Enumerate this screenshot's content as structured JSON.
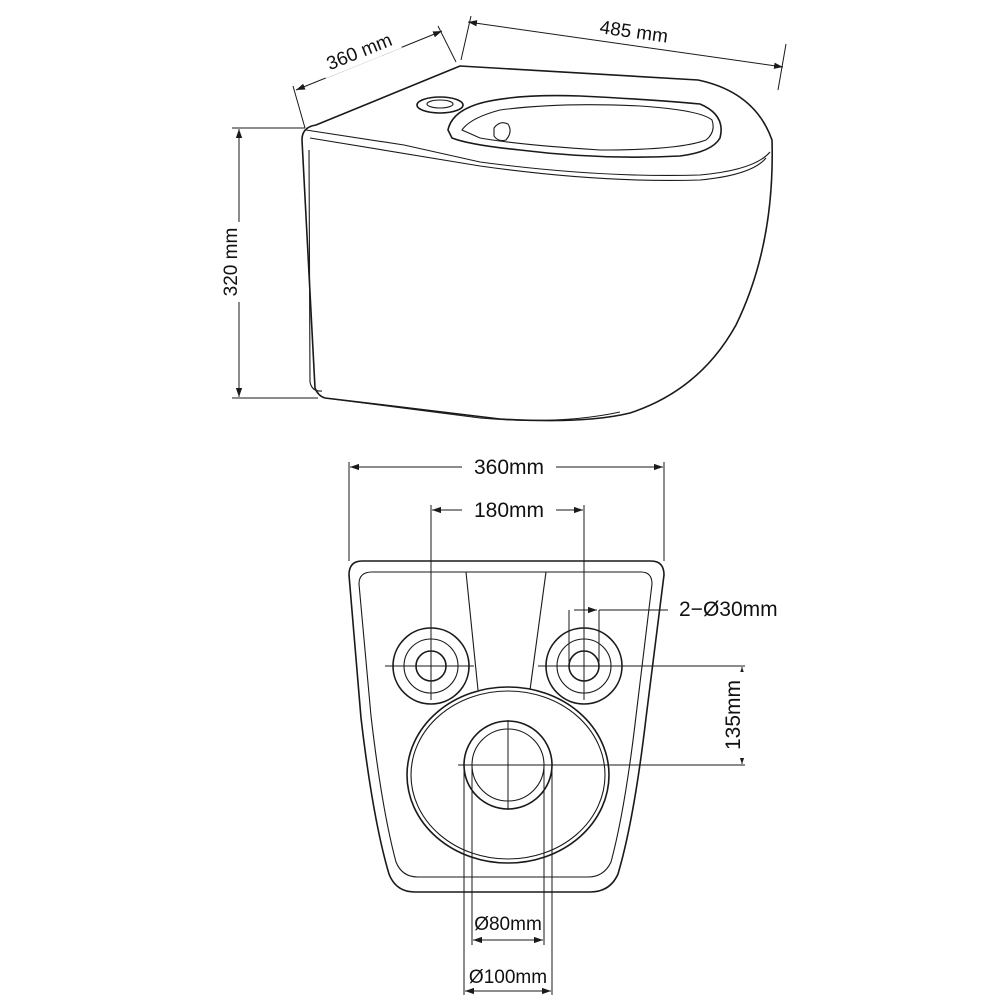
{
  "side_view": {
    "width_label": "360 mm",
    "length_label": "485 mm",
    "height_label": "320 mm"
  },
  "rear_view": {
    "width_label": "360mm",
    "bolt_spacing_label": "180mm",
    "bolt_hole_label": "2−Ø30mm",
    "bolt_height_label": "135mm",
    "outlet_inner_label": "Ø80mm",
    "outlet_outer_label": "Ø100mm"
  }
}
